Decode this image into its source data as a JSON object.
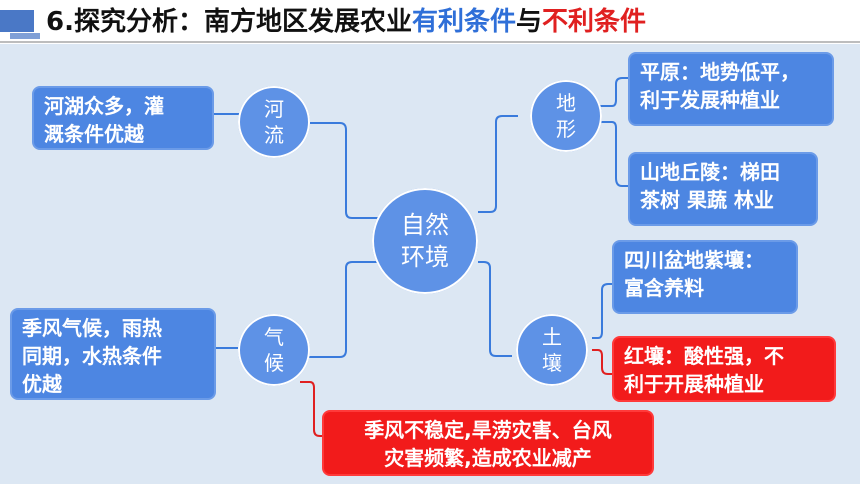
{
  "title": {
    "prefix": "6.探究分析：南方地区发展农业",
    "favorable": "有利条件",
    "connector": "与",
    "unfavorable": "不利条件"
  },
  "center": {
    "line1": "自然",
    "line2": "环境"
  },
  "nodes": {
    "river": {
      "line1": "河",
      "line2": "流"
    },
    "climate": {
      "line1": "气",
      "line2": "候"
    },
    "terrain": {
      "line1": "地",
      "line2": "形"
    },
    "soil": {
      "line1": "土",
      "line2": "壤"
    }
  },
  "boxes": {
    "river_fav": {
      "line1": "河湖众多，灌",
      "line2": "溉条件优越"
    },
    "climate_fav": {
      "line1": "季风气候，雨热",
      "line2": "同期，水热条件",
      "line3": "优越"
    },
    "climate_unfav": {
      "line1": "季风不稳定,旱涝灾害、台风",
      "line2": "灾害频繁,造成农业减产"
    },
    "terrain_plain": {
      "line1": "平原：地势低平，",
      "line2": "利于发展种植业"
    },
    "terrain_hill": {
      "line1": "山地丘陵：梯田",
      "line2": "茶树 果蔬 林业"
    },
    "soil_purple": {
      "line1": "四川盆地紫壤：",
      "line2": "富含养料"
    },
    "soil_red": {
      "line1": "红壤：酸性强，不",
      "line2": "利于开展种植业"
    }
  },
  "colors": {
    "background": "#dce7f3",
    "node": "#5e92e6",
    "favorable_box": "#4d86e2",
    "unfavorable_box": "#f21b1b",
    "connector_blue": "#3a7bdc",
    "connector_red": "#e02020",
    "title_blue": "#2f6fd8",
    "title_red": "#e02020"
  }
}
